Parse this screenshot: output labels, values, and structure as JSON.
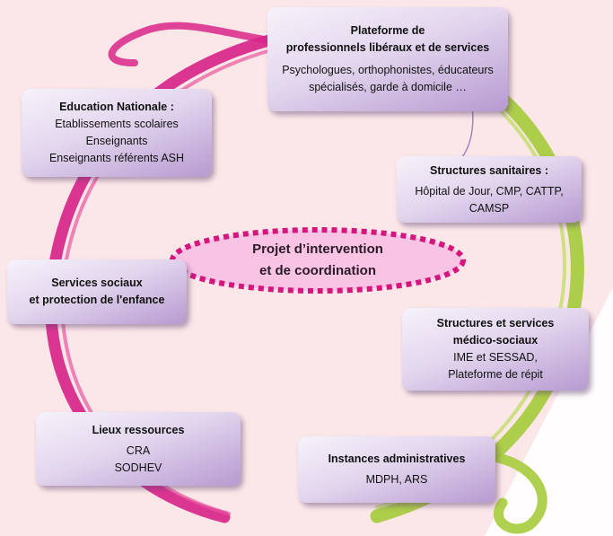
{
  "center": {
    "line1": "Projet d’intervention",
    "line2": "et de coordination"
  },
  "nodes": [
    {
      "id": "plateforme",
      "title_lines": [
        "Plateforme de",
        "professionnels libéraux et de services"
      ],
      "body_lines": [
        "Psychologues, orthophonistes, éducateurs",
        "spécialisés, garde à domicile …"
      ]
    },
    {
      "id": "education",
      "title_lines": [
        "Education Nationale :"
      ],
      "body_lines": [
        "Etablissements scolaires",
        "Enseignants",
        "Enseignants référents ASH"
      ]
    },
    {
      "id": "sanitaires",
      "title_lines": [
        "Structures sanitaires :"
      ],
      "body_lines": [
        "Hôpital de Jour, CMP, CATTP,",
        "CAMSP"
      ]
    },
    {
      "id": "sociaux",
      "title_lines": [
        "Services sociaux",
        "et protection de l'enfance"
      ],
      "body_lines": []
    },
    {
      "id": "medico",
      "title_lines": [
        "Structures et services",
        "médico-sociaux"
      ],
      "body_lines": [
        "IME et SESSAD,",
        "Plateforme de répit"
      ]
    },
    {
      "id": "ressources",
      "title_lines": [
        "Lieux ressources"
      ],
      "body_lines": [
        "CRA",
        "SODHEV"
      ]
    },
    {
      "id": "instances",
      "title_lines": [
        "Instances administratives"
      ],
      "body_lines": [
        "MDPH, ARS"
      ]
    }
  ],
  "colors": {
    "background": "#fbe6e8",
    "ring_magenta": "#d8268a",
    "ring_green": "#a6cc3c",
    "ellipse_fill": "#f9c3e3",
    "ellipse_border": "#d6157f",
    "box_light": "#f6f2fa",
    "box_dark": "#b79ad1"
  }
}
